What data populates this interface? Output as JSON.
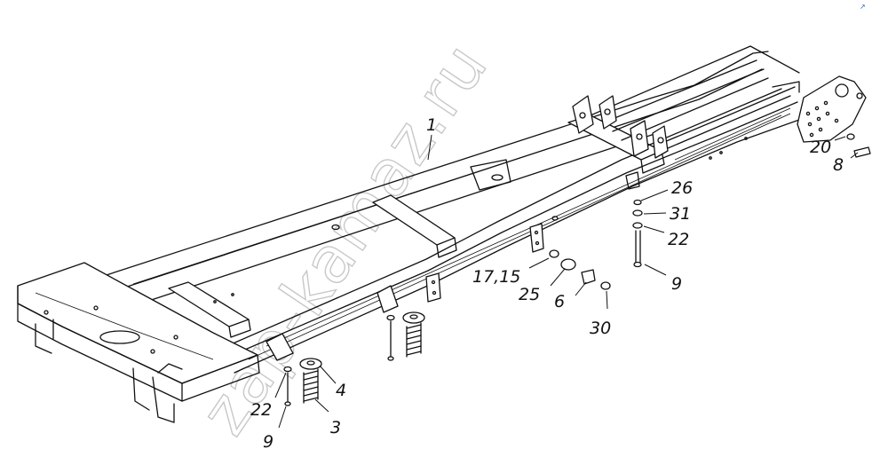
{
  "watermark": {
    "text": "zap-kamaz.ru"
  },
  "corner_mark": "↗",
  "callouts": [
    {
      "id": "1",
      "text": "1"
    },
    {
      "id": "20",
      "text": "20"
    },
    {
      "id": "8",
      "text": "8"
    },
    {
      "id": "26",
      "text": "26"
    },
    {
      "id": "31",
      "text": "31"
    },
    {
      "id": "22a",
      "text": "22"
    },
    {
      "id": "9a",
      "text": "9"
    },
    {
      "id": "17_15",
      "text": "17,15"
    },
    {
      "id": "25",
      "text": "25"
    },
    {
      "id": "6",
      "text": "6"
    },
    {
      "id": "30",
      "text": "30"
    },
    {
      "id": "4",
      "text": "4"
    },
    {
      "id": "22b",
      "text": "22"
    },
    {
      "id": "9b",
      "text": "9"
    },
    {
      "id": "3",
      "text": "3"
    }
  ]
}
